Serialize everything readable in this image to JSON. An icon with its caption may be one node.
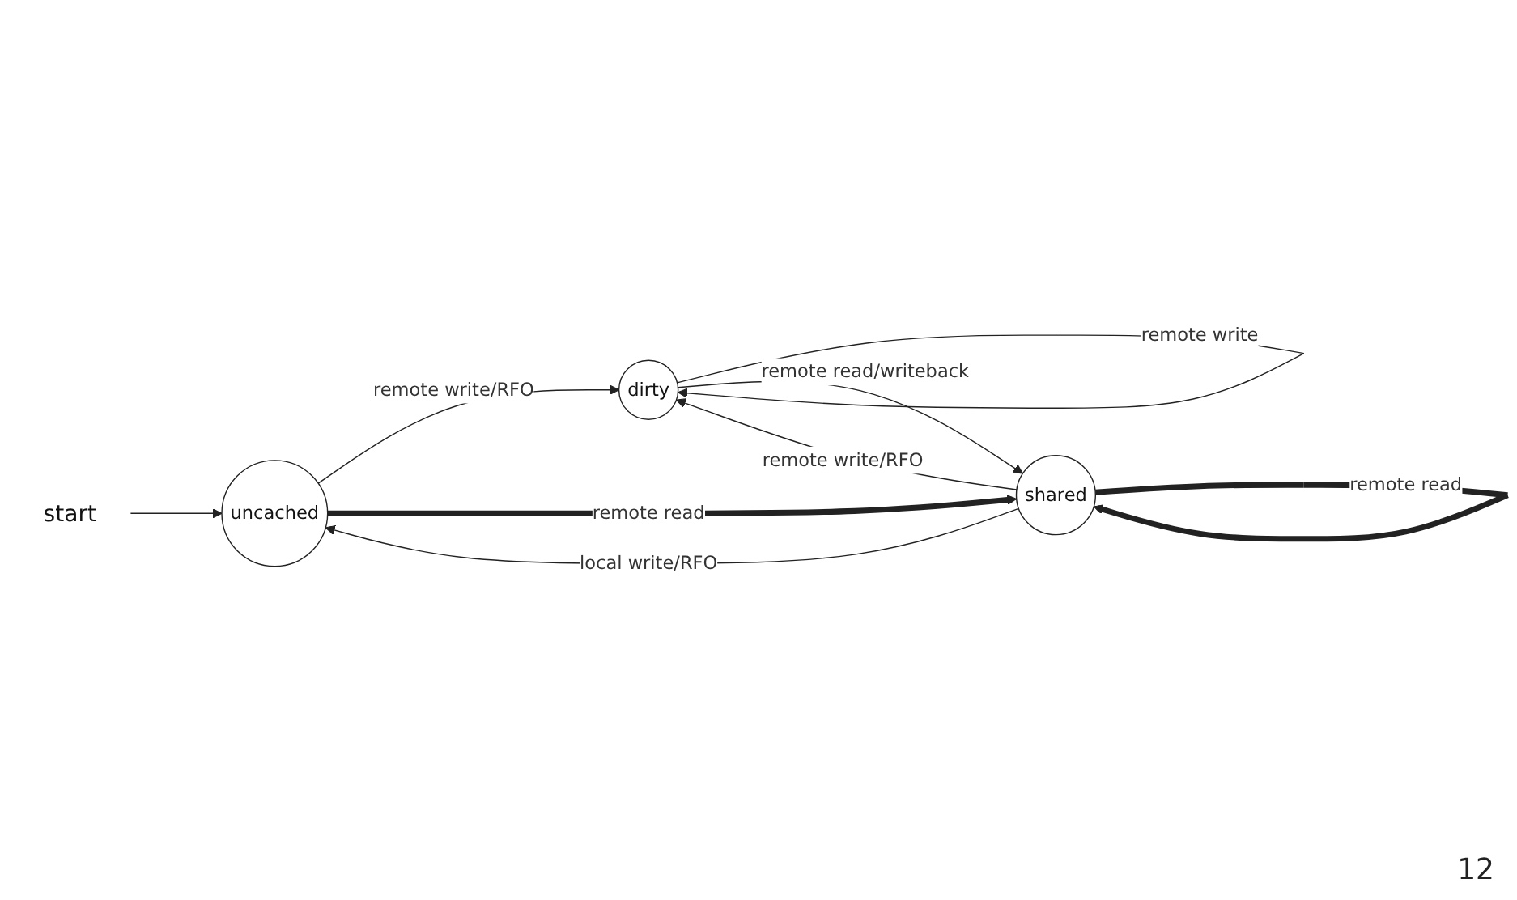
{
  "diagram": {
    "nodes": [
      {
        "text": [
          "start"
        ]
      },
      {
        "text": [
          "uncached"
        ]
      },
      {
        "text": [
          "dirty"
        ]
      },
      {
        "text": [
          "shared"
        ]
      }
    ],
    "edges": [
      {
        "from": 0,
        "to": 1,
        "arrow": "to"
      },
      {
        "from": 1,
        "to": 2,
        "arrow": "to",
        "label": "remote write/RFO"
      },
      {
        "from": 2,
        "to": 2,
        "arrow": "to",
        "label": "remote write"
      },
      {
        "from": 1,
        "to": 3,
        "arrow": "to",
        "label": "remote read",
        "style": "thick"
      },
      {
        "from": 3,
        "to": 1,
        "arrow": "to",
        "label": "local write/RFO"
      },
      {
        "from": 3,
        "to": 2,
        "arrow": "to",
        "label": "remote write/RFO"
      },
      {
        "from": 2,
        "to": 3,
        "arrow": "to",
        "label": "remote read/writeback"
      },
      {
        "from": 3,
        "to": 3,
        "arrow": "to",
        "label": "remote read",
        "style": "thick"
      }
    ],
    "labels": [
      "12"
    ]
  }
}
